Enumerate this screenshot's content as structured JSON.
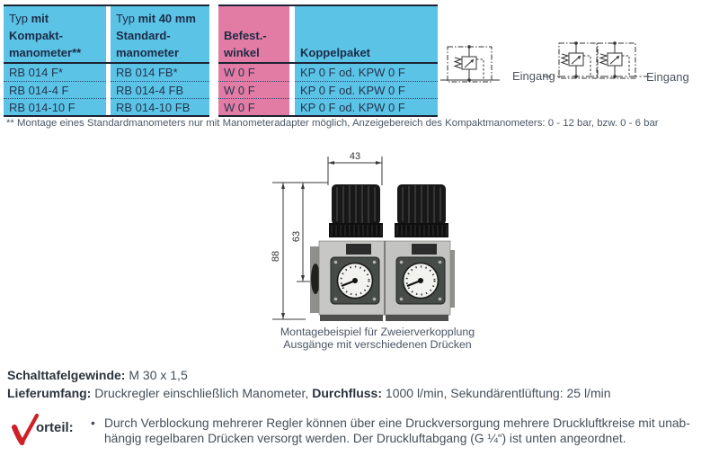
{
  "colors": {
    "cyan": "#5bc3e6",
    "pink": "#e27ca4",
    "border_dark": "#1b2434",
    "check_red": "#cd2127"
  },
  "table": {
    "col1": {
      "prefix": "Typ",
      "line1_bold": "mit",
      "line2": "Kompakt-",
      "line3": "manometer**"
    },
    "col2": {
      "prefix": "Typ",
      "line1_bold": "mit 40 mm",
      "line2": "Standard-",
      "line3": "manometer"
    },
    "col3": {
      "line1": "Befest.-",
      "line2": "winkel"
    },
    "col4": {
      "line1": "Koppelpaket"
    },
    "rows": [
      [
        "RB 014 F*",
        "RB 014 FB*",
        "W 0 F",
        "KP 0 F od. KPW 0 F"
      ],
      [
        "RB 014-4 F",
        "RB 014-4 FB",
        "W 0 F",
        "KP 0 F od. KPW 0 F"
      ],
      [
        "RB 014-10 F",
        "RB 014-10 FB",
        "W 0 F",
        "KP 0 F od. KPW 0 F"
      ]
    ]
  },
  "schematic": {
    "label_left": "Eingang",
    "label_right": "Eingang"
  },
  "footnote": "** Montage eines Standardmanometers nur mit Manometeradapter möglich, Anzeigebereich des Kompaktmanometers: 0 - 12 bar,  bzw. 0 - 6 bar",
  "figure": {
    "dim_width": "43",
    "dim_height_inner": "63",
    "dim_height_outer": "88",
    "caption_line1": "Montagebeispiel für Zweierverkopplung",
    "caption_line2": "Ausgänge mit verschiedenen Drücken"
  },
  "specs": {
    "line1_label": "Schalttafelgewinde:",
    "line1_value": "M 30 x 1,5",
    "line2_label1": "Lieferumfang:",
    "line2_value1": "Druckregler einschließlich Manometer,",
    "line2_label2": "Durchfluss:",
    "line2_value2": "1000 l/min, Sekundärentlüftung: 25 l/min"
  },
  "advantage": {
    "label": "orteil:",
    "bullet": "•",
    "line1": "Durch Verblockung mehrerer Regler können über eine Druckversorgung mehrere Druckluftkreise mit unab-",
    "line2": "hängig regelbaren Drücken versorgt werden. Der Druckluftabgang (G ¼“) ist unten angeordnet."
  }
}
